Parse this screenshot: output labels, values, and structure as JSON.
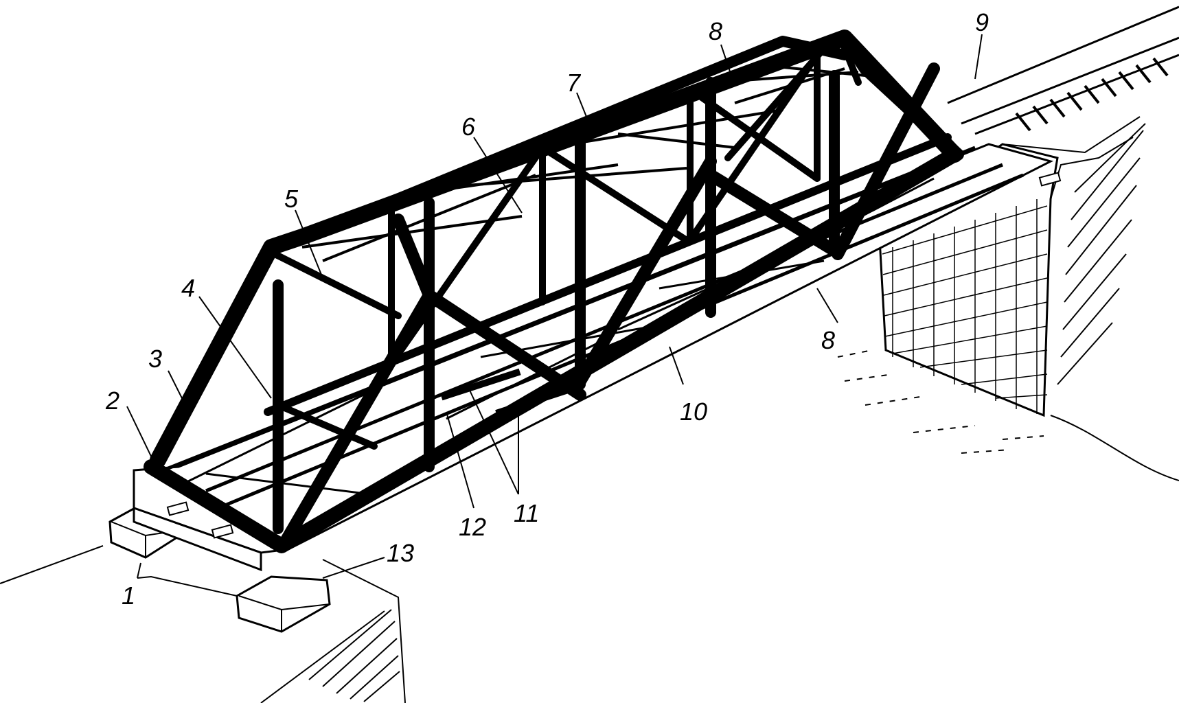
{
  "callouts": [
    "1",
    "2",
    "3",
    "4",
    "5",
    "6",
    "7",
    "8",
    "8",
    "9",
    "10",
    "11",
    "12",
    "13"
  ],
  "colors": {
    "ink": "#000000",
    "paper": "#ffffff"
  }
}
